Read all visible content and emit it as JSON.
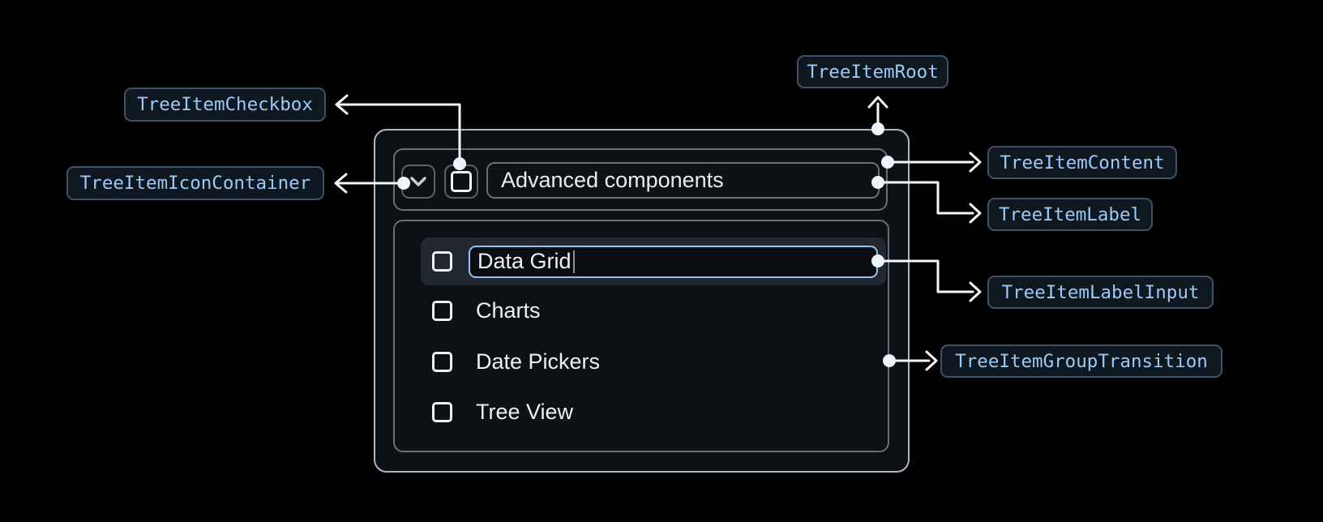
{
  "component": {
    "header": {
      "label": "Advanced components",
      "expand_icon": "chevron-down-icon",
      "checkbox_checked": false
    },
    "items": [
      {
        "label": "Data Grid",
        "selected": true,
        "editing": true,
        "input_value": "Data Grid",
        "checkbox_checked": false
      },
      {
        "label": "Charts",
        "checkbox_checked": false
      },
      {
        "label": "Date Pickers",
        "checkbox_checked": false
      },
      {
        "label": "Tree View",
        "checkbox_checked": false
      }
    ]
  },
  "annotations": {
    "root": {
      "label": "TreeItemRoot"
    },
    "checkbox": {
      "label": "TreeItemCheckbox"
    },
    "icon_container": {
      "label": "TreeItemIconContainer"
    },
    "content": {
      "label": "TreeItemContent"
    },
    "item_label": {
      "label": "TreeItemLabel"
    },
    "label_input": {
      "label": "TreeItemLabelInput"
    },
    "group_transition": {
      "label": "TreeItemGroupTransition"
    }
  },
  "colors": {
    "page_background": "#000000",
    "annotation_text": "#9ccaf5",
    "annotation_border": "#3d5368",
    "annotation_background": "#0f1721",
    "root_border": "#aeb6bd",
    "inner_border": "#696f77",
    "input_focus_border": "#92c2f2",
    "selected_row_background": "#212831",
    "connector": "#f5f7fa"
  }
}
